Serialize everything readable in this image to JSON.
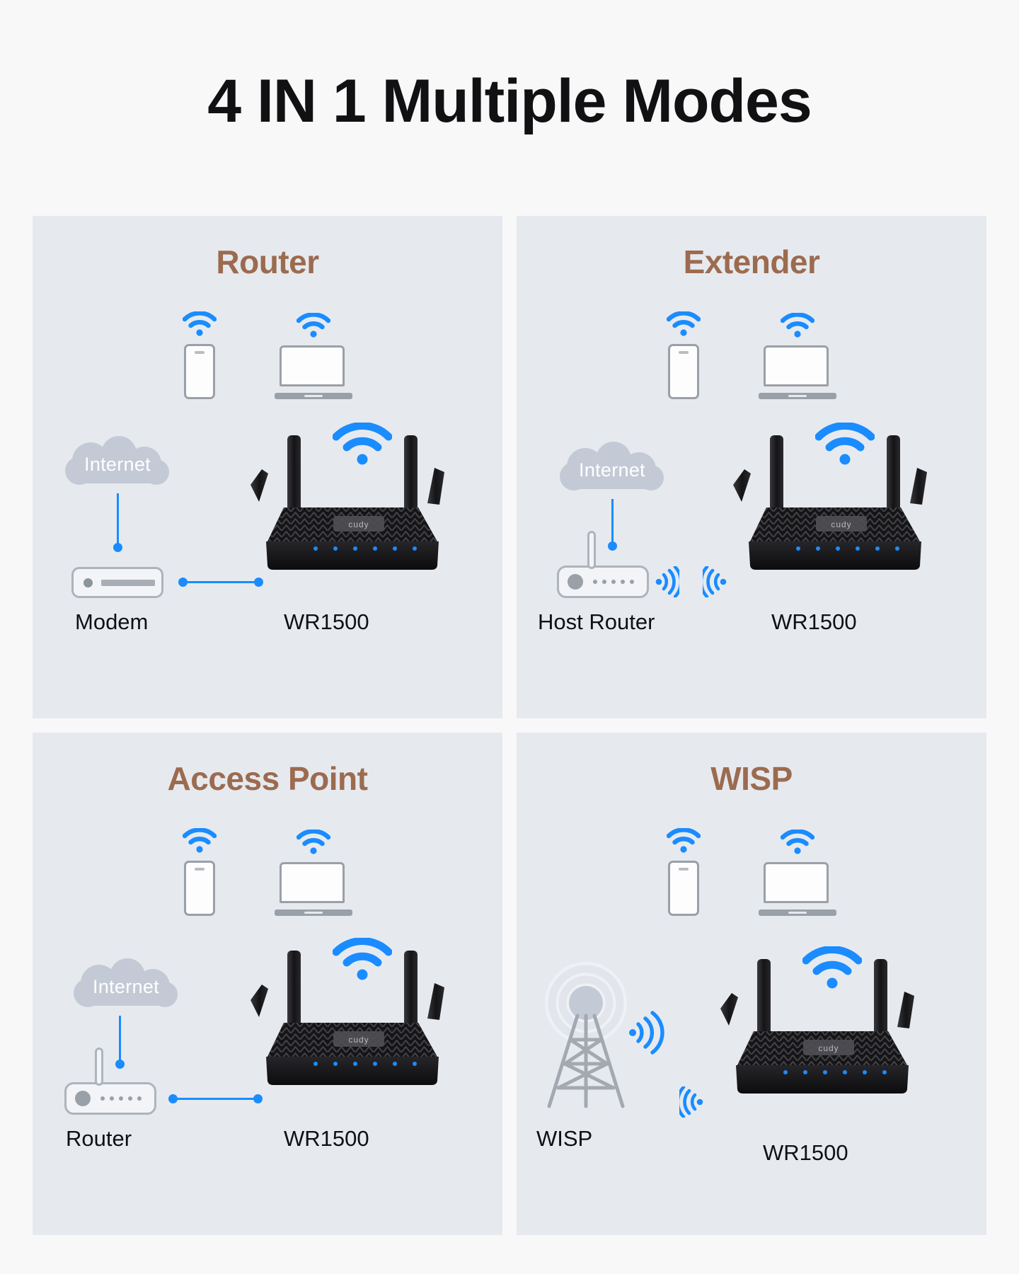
{
  "page": {
    "title": "4 IN 1 Multiple Modes",
    "background_color": "#f8f8f9",
    "panel_color": "#e6eaef",
    "accent_color": "#1a8cff",
    "title_color": "#9c6b4f",
    "device_gray": "#9aa0a8",
    "cloud_color": "#c3cad6"
  },
  "panels": [
    {
      "id": "router",
      "title": "Router",
      "cloud_label": "Internet",
      "source_label": "Modem",
      "device_label": "WR1500",
      "source_icon": "modem-icon",
      "clients": [
        {
          "icon": "smartphone-icon",
          "signal": "wifi-icon"
        },
        {
          "icon": "laptop-icon",
          "signal": "wifi-icon"
        }
      ],
      "link_type": "wired"
    },
    {
      "id": "extender",
      "title": "Extender",
      "cloud_label": "Internet",
      "source_label": "Host Router",
      "device_label": "WR1500",
      "source_icon": "wireless-router-icon",
      "clients": [
        {
          "icon": "smartphone-icon",
          "signal": "wifi-icon"
        },
        {
          "icon": "laptop-icon",
          "signal": "wifi-icon"
        }
      ],
      "link_type": "wireless"
    },
    {
      "id": "access-point",
      "title": "Access Point",
      "cloud_label": "Internet",
      "source_label": "Router",
      "device_label": "WR1500",
      "source_icon": "wireless-router-icon",
      "clients": [
        {
          "icon": "smartphone-icon",
          "signal": "wifi-icon"
        },
        {
          "icon": "laptop-icon",
          "signal": "wifi-icon"
        }
      ],
      "link_type": "wired"
    },
    {
      "id": "wisp",
      "title": "WISP",
      "cloud_label": "",
      "source_label": "WISP",
      "device_label": "WR1500",
      "source_icon": "cell-tower-icon",
      "clients": [
        {
          "icon": "smartphone-icon",
          "signal": "wifi-icon"
        },
        {
          "icon": "laptop-icon",
          "signal": "wifi-icon"
        }
      ],
      "link_type": "wireless"
    }
  ],
  "device": {
    "brand_label": "cudy",
    "antenna_count": 4,
    "led_count": 6
  }
}
